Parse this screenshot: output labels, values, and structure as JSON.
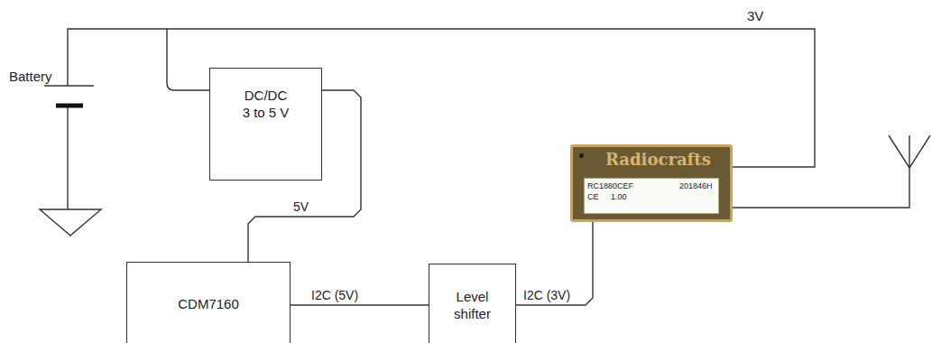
{
  "diagram": {
    "nodes": [
      {
        "text": [
          "DC/DC",
          "3 to 5 V"
        ]
      },
      {
        "text": [
          "CDM7160"
        ]
      },
      {
        "text": [
          "Level shifter"
        ]
      },
      {
        "text": [
          "Radiocrafts",
          "RC1880CEF",
          "201846H",
          "CE",
          "1.00"
        ]
      }
    ],
    "edges": [
      {
        "from": 0,
        "to": 1,
        "label": "5V",
        "arrow": "none"
      },
      {
        "from": 1,
        "to": 2,
        "label": "I2C (5V)",
        "arrow": "none"
      },
      {
        "from": 2,
        "to": 3,
        "label": "I2C (3V)",
        "arrow": "none"
      }
    ],
    "labels": [
      "Battery",
      "3V"
    ]
  }
}
